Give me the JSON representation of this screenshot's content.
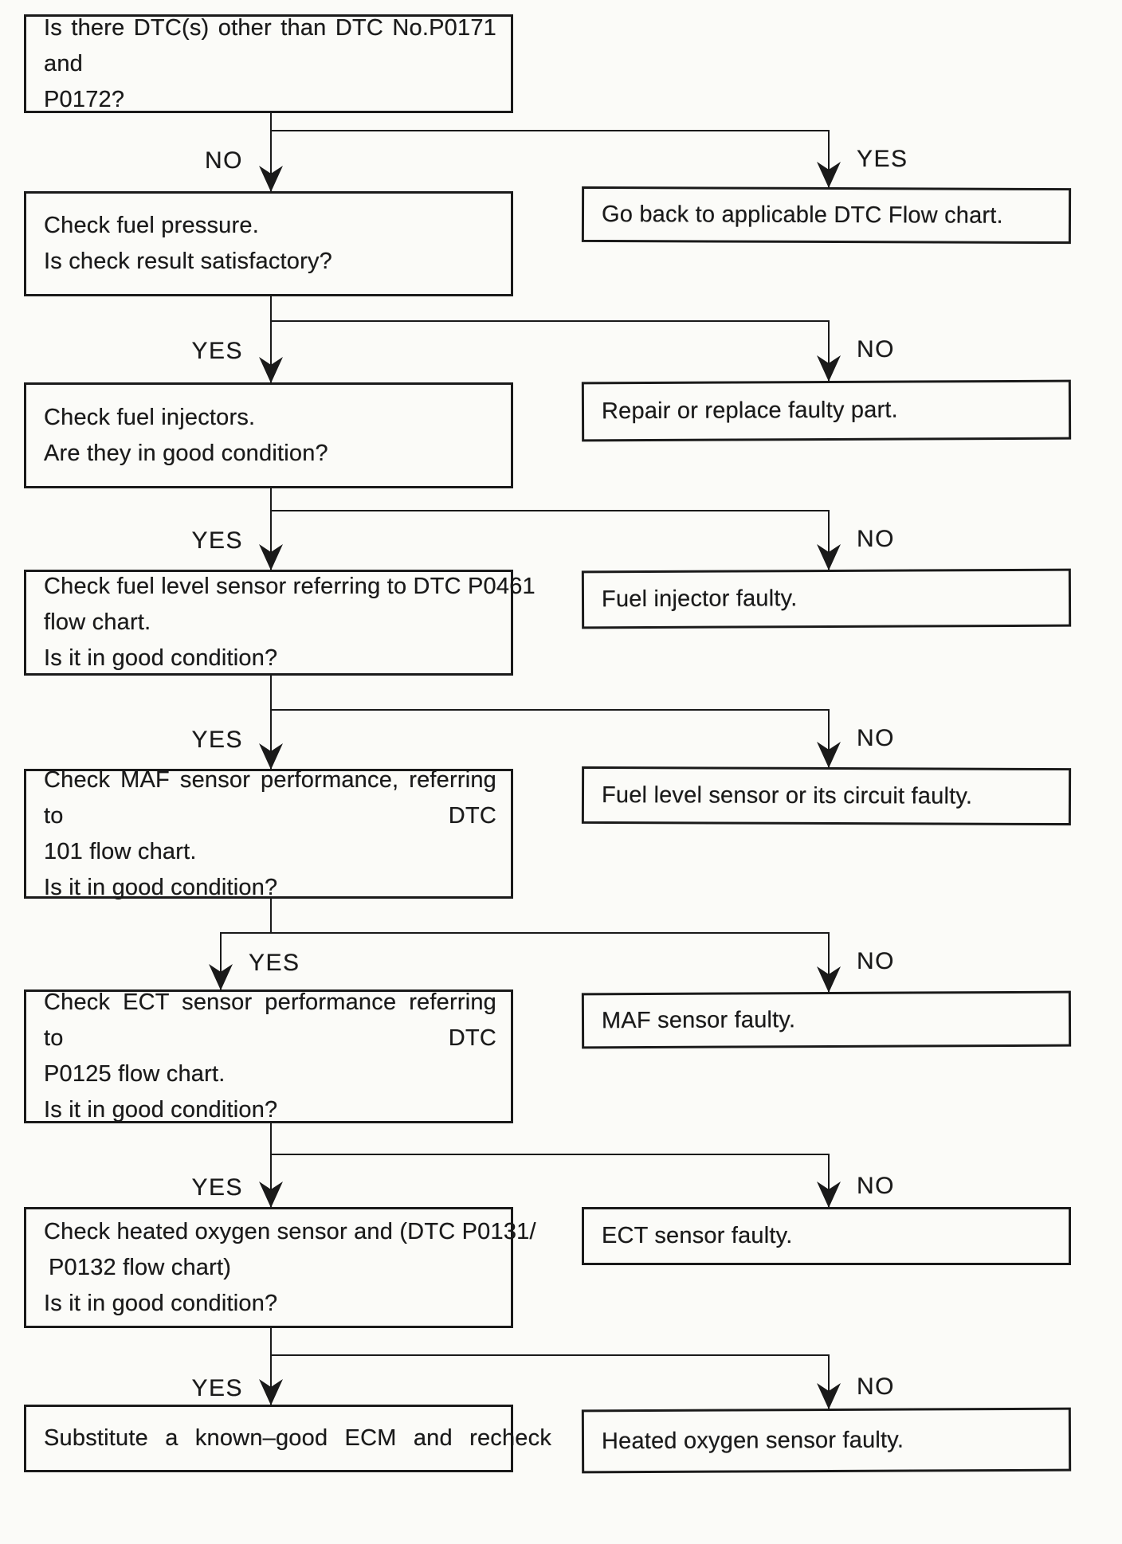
{
  "colors": {
    "ink": "#1a1a1a",
    "paper": "#fbfbf8"
  },
  "flowchart": {
    "decisions": [
      {
        "name": "dtc-other-check",
        "lines": [
          "Is there DTC(s) other than DTC No.P0171 and",
          "P0172?"
        ]
      },
      {
        "name": "fuel-pressure-check",
        "lines": [
          "Check fuel pressure.",
          "Is check result satisfactory?"
        ]
      },
      {
        "name": "fuel-injectors-check",
        "lines": [
          "Check fuel injectors.",
          "Are they in good condition?"
        ]
      },
      {
        "name": "fuel-level-sensor-check",
        "lines": [
          "Check fuel level sensor referring to DTC P0461",
          "flow chart.",
          "Is it in good condition?"
        ]
      },
      {
        "name": "maf-sensor-check",
        "lines": [
          "Check MAF sensor performance, referring to DTC",
          "101 flow chart.",
          "Is it in good condition?"
        ]
      },
      {
        "name": "ect-sensor-check",
        "lines": [
          "Check ECT sensor performance referring to DTC",
          "P0125 flow chart.",
          "Is it in good condition?"
        ]
      },
      {
        "name": "heated-o2-sensor-check",
        "lines": [
          "Check heated oxygen sensor and (DTC P0131/",
          "P0132 flow chart)",
          "Is it in good condition?"
        ]
      },
      {
        "name": "substitute-ecm",
        "lines": [
          "Substitute a known–good ECM and recheck"
        ]
      }
    ],
    "results": [
      {
        "name": "go-back-dtc-chart",
        "text": "Go back to applicable DTC Flow chart."
      },
      {
        "name": "repair-replace-part",
        "text": "Repair or replace faulty part."
      },
      {
        "name": "fuel-injector-faulty",
        "text": "Fuel injector faulty."
      },
      {
        "name": "fuel-level-sensor-faulty",
        "text": "Fuel level sensor or its circuit faulty."
      },
      {
        "name": "maf-sensor-faulty",
        "text": "MAF sensor faulty."
      },
      {
        "name": "ect-sensor-faulty",
        "text": "ECT sensor faulty."
      },
      {
        "name": "ho2s-faulty",
        "text": "Heated oxygen sensor faulty."
      }
    ],
    "branch_labels": [
      {
        "left": "NO",
        "right": "YES"
      },
      {
        "left": "YES",
        "right": "NO"
      },
      {
        "left": "YES",
        "right": "NO"
      },
      {
        "left": "YES",
        "right": "NO"
      },
      {
        "left": "YES",
        "right": "NO"
      },
      {
        "left": "YES",
        "right": "NO"
      },
      {
        "left": "YES",
        "right": "NO"
      }
    ]
  }
}
